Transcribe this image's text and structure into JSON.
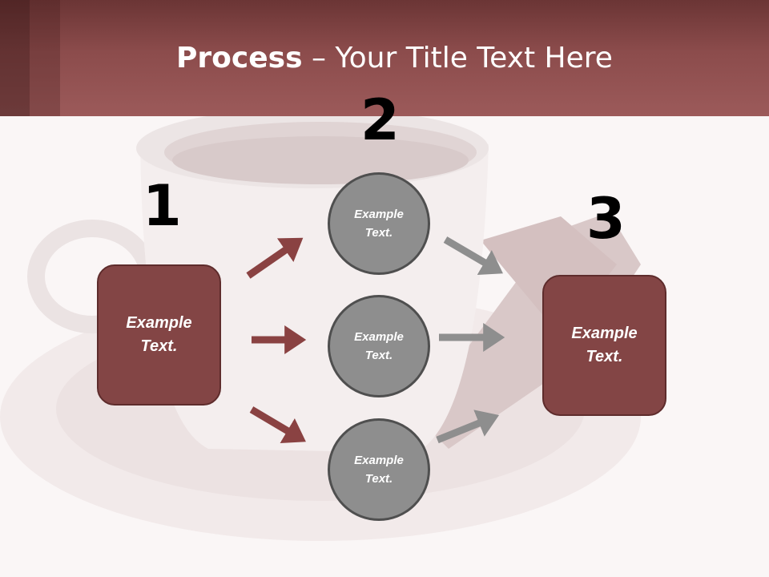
{
  "header": {
    "title_bold": "Process",
    "title_rest": " – Your Title Text Here"
  },
  "steps": {
    "one": "1",
    "two": "2",
    "three": "3"
  },
  "box_left": {
    "line1": "Example",
    "line2": "Text."
  },
  "box_right": {
    "line1": "Example",
    "line2": "Text."
  },
  "circles": [
    {
      "line1": "Example",
      "line2": "Text."
    },
    {
      "line1": "Example",
      "line2": "Text."
    },
    {
      "line1": "Example",
      "line2": "Text."
    }
  ],
  "colors": {
    "header": "#8c4c4c",
    "box": "#834545",
    "circle": "#8e8e8e",
    "arrow_red": "#8a4242",
    "arrow_gray": "#8e8e8e"
  }
}
